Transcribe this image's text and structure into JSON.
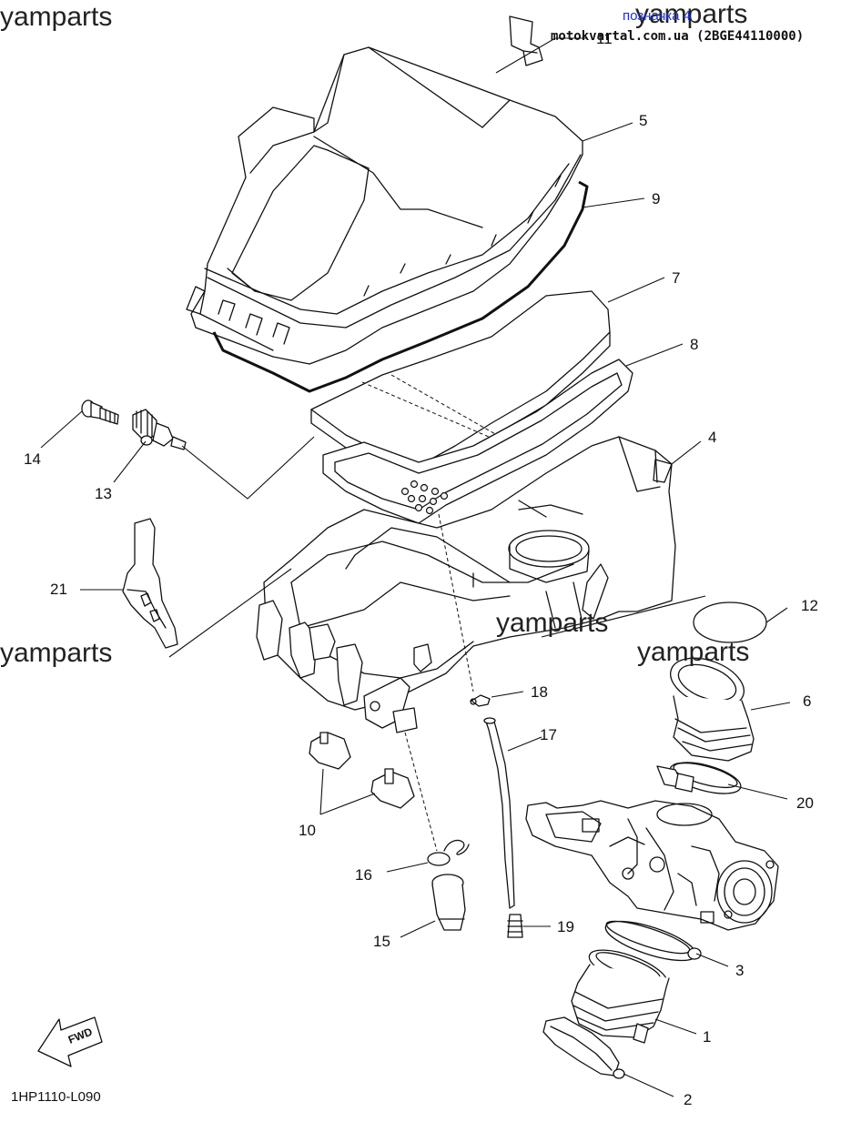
{
  "watermarks": [
    "yamparts",
    "yamparts",
    "yamparts",
    "yamparts",
    "yamparts"
  ],
  "header": {
    "link_text": "позначка 4",
    "site_text": "motokvartal.com.ua (2BGE44110000)"
  },
  "diagram_code": "1HP1110-L090",
  "fwd_label": "FWD",
  "callouts": [
    "11",
    "5",
    "9",
    "7",
    "8",
    "4",
    "14",
    "13",
    "21",
    "12",
    "6",
    "18",
    "17",
    "20",
    "10",
    "16",
    "15",
    "19",
    "3",
    "1",
    "2"
  ]
}
